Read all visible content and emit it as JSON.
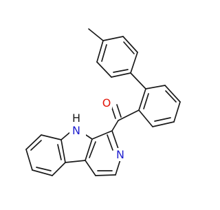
{
  "molecule": {
    "atom_labels": {
      "oxygen": "O",
      "indole_nh": "N",
      "indole_h": "H",
      "pyridine_n": "N"
    },
    "colors": {
      "bond": "#1a1a1a",
      "oxygen": "#e3170a",
      "nitrogen": "#1e1ecf"
    }
  }
}
